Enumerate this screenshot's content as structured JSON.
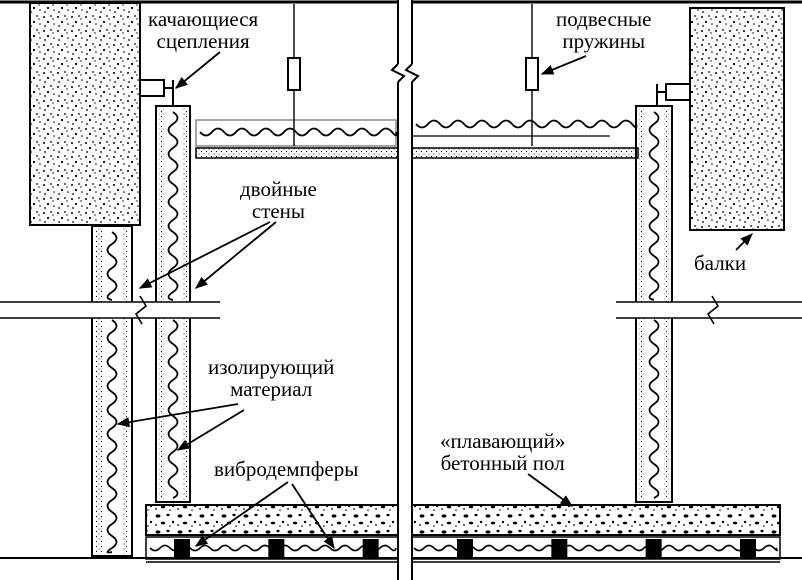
{
  "labels": {
    "swing_couplings": {
      "line1": "качающиеся",
      "line2": "сцепления"
    },
    "suspension_springs": {
      "line1": "подвесные",
      "line2": "пружины"
    },
    "double_walls": {
      "line1": "двойные",
      "line2": "стены"
    },
    "beams": "балки",
    "insulating_material": {
      "line1": "изолирующий",
      "line2": "материал"
    },
    "floating_floor": {
      "line1": "«плавающий»",
      "line2": "бетонный пол"
    },
    "vibration_dampers": "вибродемпферы"
  },
  "colors": {
    "ink": "#000000",
    "paper": "#ffffff"
  },
  "counts": {
    "dampers": 7
  }
}
